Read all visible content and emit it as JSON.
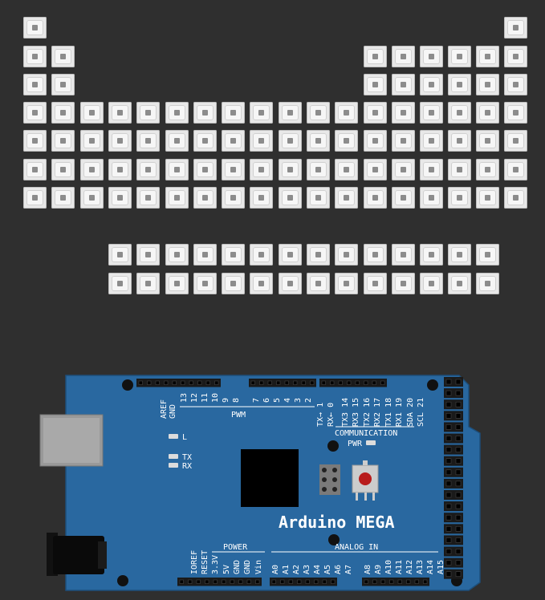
{
  "led_matrix": {
    "led_color": "#e8e8e8"
  },
  "board": {
    "name": "Arduino MEGA",
    "pcb_color": "#2968a0",
    "labels": {
      "aref": "AREF",
      "gnd_top": "GND",
      "pwm_pins": [
        "13",
        "12",
        "11",
        "10",
        "9",
        "8",
        "7",
        "6",
        "5",
        "4",
        "3",
        "2"
      ],
      "tx_rx_0_1": [
        "TX→ 1",
        "RX← 0"
      ],
      "comm_pins": [
        "TX3 14",
        "RX3 15",
        "TX2 16",
        "RX2 17",
        "TX1 18",
        "RX1 19",
        "SDA 20",
        "SCL 21"
      ],
      "pwm": "PWM",
      "communication": "COMMUNICATION",
      "pwr": "PWR",
      "led_l": "L",
      "led_tx": "TX",
      "led_rx": "RX",
      "power": "POWER",
      "analog_in": "ANALOG IN",
      "power_pins": [
        "IOREF",
        "RESET",
        "3.3V",
        "5V",
        "GND",
        "GND",
        "Vin"
      ],
      "analog_pins": [
        "A0",
        "A1",
        "A2",
        "A3",
        "A4",
        "A5",
        "A6",
        "A7",
        "A8",
        "A9",
        "A10",
        "A11",
        "A12",
        "A13",
        "A14",
        "A15"
      ]
    }
  }
}
